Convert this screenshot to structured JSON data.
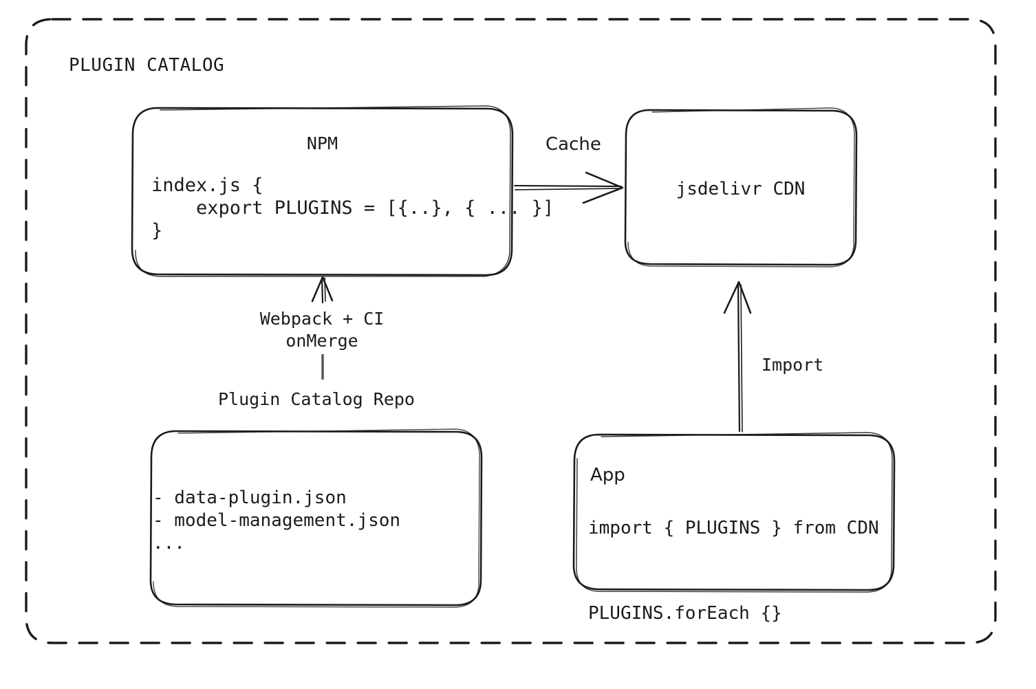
{
  "diagram": {
    "frame": {
      "title": "PLUGIN CATALOG",
      "border_style": "dashed",
      "border_color": "#1b1b1b"
    },
    "nodes": {
      "npm": {
        "title": "NPM",
        "code": "index.js {\n    export PLUGINS = [{..}, { ... }]\n}"
      },
      "cdn": {
        "title": "jsdelivr CDN"
      },
      "repo": {
        "caption": "Plugin Catalog Repo",
        "code": "- data-plugin.json\n- model-management.json\n..."
      },
      "app": {
        "title": "App",
        "code": "import { PLUGINS } from CDN\n\nPLUGINS.forEach {}"
      }
    },
    "edges": {
      "cache": {
        "label": "Cache",
        "from": "npm",
        "to": "cdn",
        "direction": "right"
      },
      "build": {
        "label": "Webpack + CI\nonMerge",
        "from": "repo",
        "to": "npm",
        "direction": "up"
      },
      "import": {
        "label": "Import",
        "from": "app",
        "to": "cdn",
        "direction": "up"
      }
    }
  }
}
